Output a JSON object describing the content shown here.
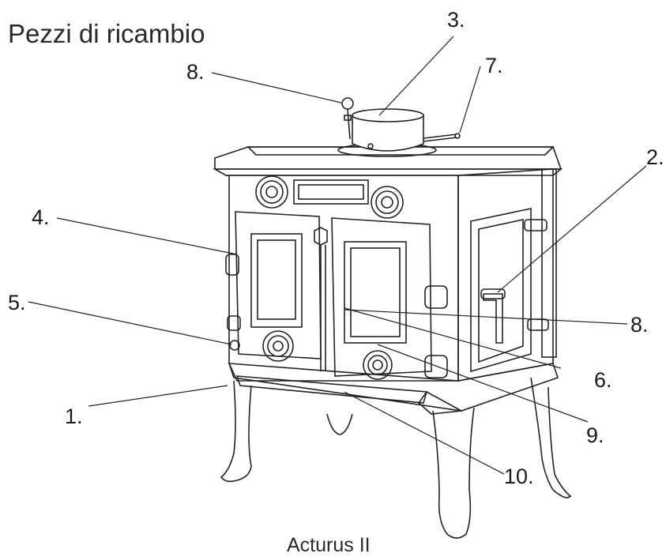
{
  "title": "Pezzi di ricambio",
  "caption": "Acturus II",
  "callouts": [
    "1.",
    "2.",
    "3.",
    "4.",
    "5.",
    "6.",
    "7.",
    "8.",
    "8.",
    "9.",
    "10."
  ]
}
